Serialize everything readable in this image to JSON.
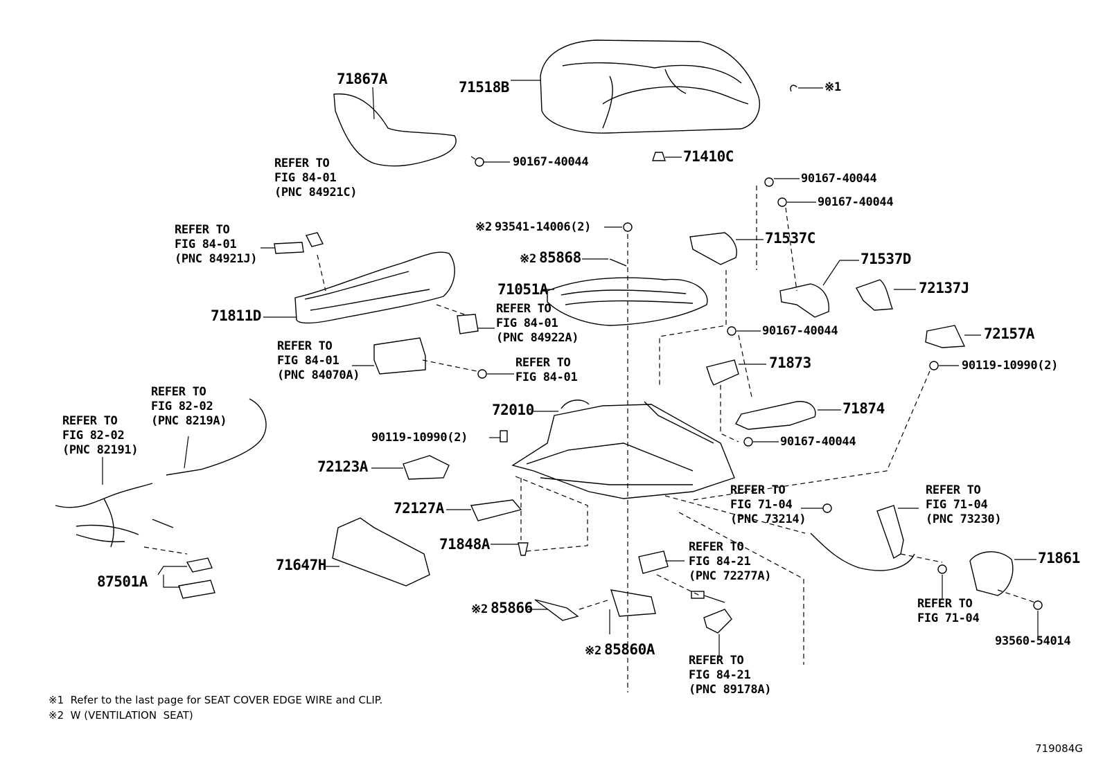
{
  "callouts": {
    "p71867A": "71867A",
    "p71518B": "71518B",
    "p71410C": "71410C",
    "p71537C": "71537C",
    "p71537D": "71537D",
    "p72137J": "72137J",
    "p71811D": "71811D",
    "p71051A": "71051A",
    "p72157A": "72157A",
    "p71873": "71873",
    "p71874": "71874",
    "p72010": "72010",
    "p72123A": "72123A",
    "p72127A": "72127A",
    "p71848A": "71848A",
    "p71647H": "71647H",
    "p87501A": "87501A",
    "p85866": "85866",
    "p85860A": "85860A",
    "p71861": "71861",
    "p85868": "85868",
    "bolt_a": "90167-40044",
    "bolt_b": "90167-40044",
    "bolt_c": "90167-40044",
    "bolt_d": "90167-40044",
    "bolt_e": "90167-40044",
    "screw_93541": "93541-14006(2)",
    "bolt_90119_left": "90119-10990(2)",
    "bolt_90119_right": "90119-10990(2)",
    "screw_93560": "93560-54014",
    "mark1_callout": "※1",
    "mark2_85868": "※2",
    "mark2_93541": "※2",
    "mark2_85866": "※2",
    "mark2_85860A": "※2"
  },
  "refs": {
    "r84921C": [
      "REFER TO",
      "FIG 84-01",
      "(PNC 84921C)"
    ],
    "r84921J": [
      "REFER TO",
      "FIG 84-01",
      "(PNC 84921J)"
    ],
    "r84922A": [
      "REFER TO",
      "FIG 84-01",
      "(PNC 84922A)"
    ],
    "r84070A": [
      "REFER TO",
      "FIG 84-01",
      "(PNC 84070A)"
    ],
    "r8401b": [
      "REFER TO",
      "FIG 84-01"
    ],
    "r8219A": [
      "REFER TO",
      "FIG 82-02",
      "(PNC 8219A)"
    ],
    "r82191": [
      "REFER TO",
      "FIG 82-02",
      "(PNC 82191)"
    ],
    "r73214": [
      "REFER TO",
      "FIG 71-04",
      "(PNC 73214)"
    ],
    "r73230": [
      "REFER TO",
      "FIG 71-04",
      "(PNC 73230)"
    ],
    "r72277A": [
      "REFER TO",
      "FIG 84-21",
      "(PNC 72277A)"
    ],
    "r89178A": [
      "REFER TO",
      "FIG 84-21",
      "(PNC 89178A)"
    ],
    "r7104b": [
      "REFER TO",
      "FIG 71-04"
    ]
  },
  "footnotes": {
    "n1": "※1  Refer to the last page for SEAT COVER EDGE WIRE and CLIP.",
    "n2": "※2  W (VENTILATION  SEAT)"
  },
  "diagram_code": "719084G"
}
